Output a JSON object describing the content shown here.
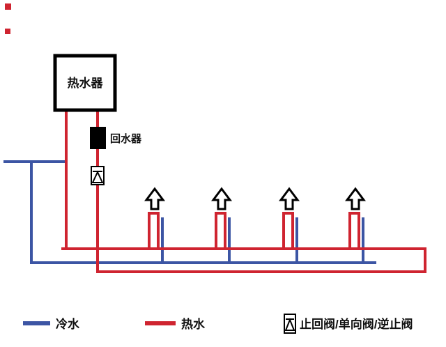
{
  "labels": {
    "heater": "热水器",
    "return_device": "回水器",
    "legend_cold": "冷水",
    "legend_hot": "热水",
    "legend_valve": "止回阀/单向阀/逆止阀"
  },
  "colors": {
    "hot": "#cf2430",
    "cold": "#3c55a4",
    "outline": "#000000"
  },
  "outlets": {
    "count": 4
  }
}
